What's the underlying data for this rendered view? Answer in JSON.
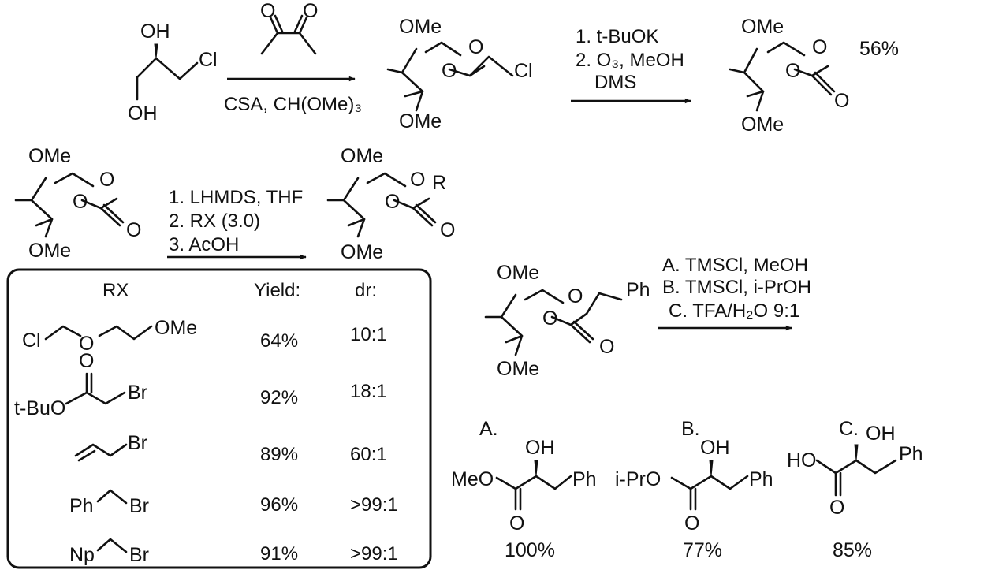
{
  "reagents": {
    "step1": "CSA, CH(OMe)₃",
    "step2_1": "1. t-BuOK",
    "step2_2": "2. O₃, MeOH",
    "step2_3": "DMS",
    "step3_1": "1. LHMDS, THF",
    "step3_2": "2. RX (3.0)",
    "step3_3": "3. AcOH",
    "step4_A": "A. TMSCl, MeOH",
    "step4_B": "B. TMSCl, i-PrOH",
    "step4_C": "C. TFA/H₂O 9:1"
  },
  "yields": {
    "step2": "56%"
  },
  "atoms": {
    "OH": "OH",
    "Cl": "Cl",
    "O": "O",
    "OMe": "OMe",
    "R": "R",
    "Ph": "Ph",
    "MeO": "MeO",
    "iPrO": "i-PrO",
    "HO": "HO",
    "tBuO": "t-BuO",
    "Br": "Br",
    "Np": "Np"
  },
  "table": {
    "headers": [
      "RX",
      "Yield:",
      "dr:"
    ],
    "rows": [
      {
        "yield": "64%",
        "dr": "10:1"
      },
      {
        "yield": "92%",
        "dr": "18:1"
      },
      {
        "yield": "89%",
        "dr": "60:1"
      },
      {
        "yield": "96%",
        "dr": ">99:1"
      },
      {
        "yield": "91%",
        "dr": ">99:1"
      }
    ]
  },
  "products": [
    {
      "label": "A.",
      "yield": "100%"
    },
    {
      "label": "B.",
      "yield": "77%"
    },
    {
      "label": "C.",
      "yield": "85%"
    }
  ]
}
